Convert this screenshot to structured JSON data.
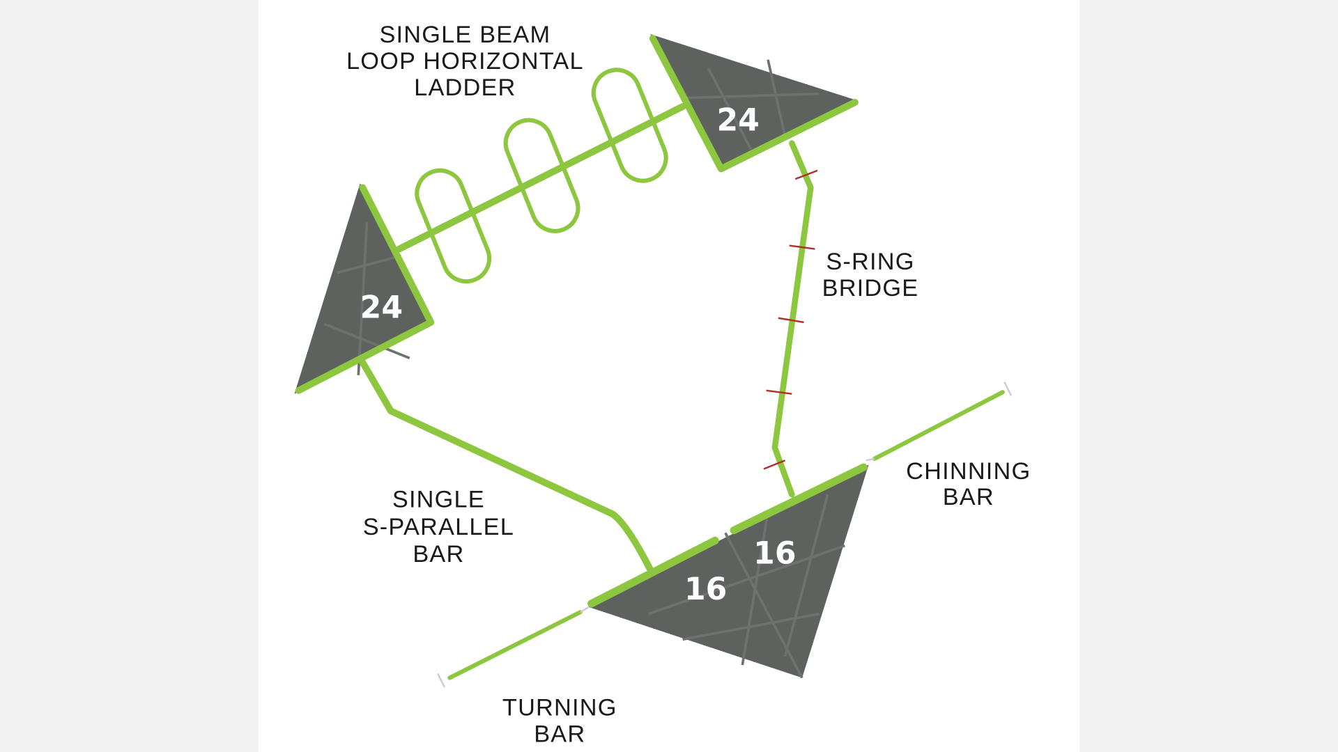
{
  "colors": {
    "equipment": "#8dc63f",
    "pad": "#5e625f",
    "background": "#ffffff",
    "margin": "#f2f2f2"
  },
  "labels": {
    "ladder": [
      "SINGLE BEAM",
      "LOOP HORIZONTAL",
      "LADDER"
    ],
    "bridge": [
      "S-RING",
      "BRIDGE"
    ],
    "parallel": [
      "SINGLE",
      "S-PARALLEL",
      "BAR"
    ],
    "chinning": [
      "CHINNING",
      "BAR"
    ],
    "turning": [
      "TURNING",
      "BAR"
    ]
  },
  "pads": {
    "top_right": "24",
    "left": "24",
    "bottom_left": "16",
    "bottom_right": "16"
  }
}
